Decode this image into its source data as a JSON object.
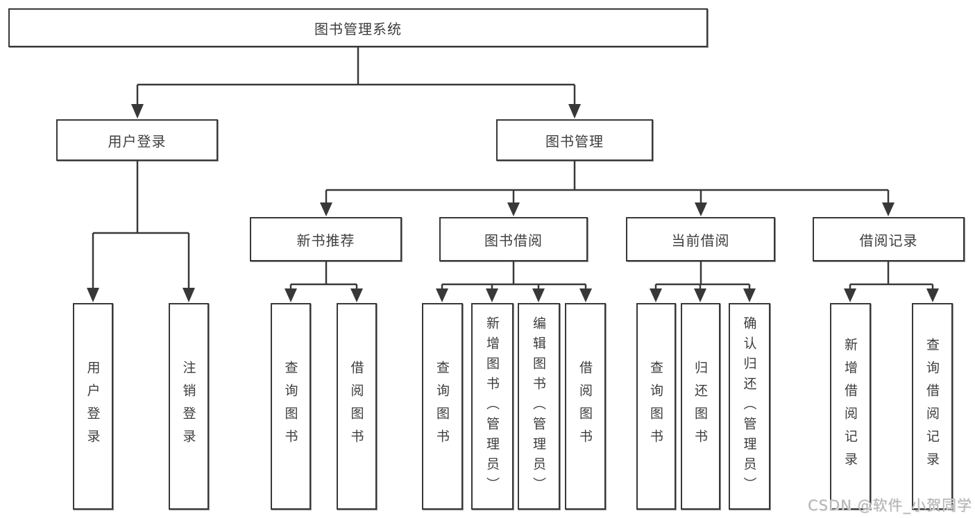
{
  "nodes": {
    "root": "图书管理系统",
    "user_login": "用户登录",
    "book_mgmt": "图书管理",
    "new_books": "新书推荐",
    "book_borrow": "图书借阅",
    "current_borrow": "当前借阅",
    "borrow_records": "借阅记录",
    "leaf_user_login": "用户登录",
    "leaf_logout": "注销登录",
    "leaf_nb_query": "查询图书",
    "leaf_nb_borrow": "借阅图书",
    "leaf_bb_query": "查询图书",
    "leaf_bb_add": "新增图书（管理员）",
    "leaf_bb_edit": "编辑图书（管理员）",
    "leaf_bb_borrow": "借阅图书",
    "leaf_cb_query": "查询图书",
    "leaf_cb_return": "归还图书",
    "leaf_cb_confirm": "确认归还（管理员）",
    "leaf_br_add": "新增借阅记录",
    "leaf_br_query": "查询借阅记录"
  },
  "watermark": "CSDN @软件_小贺同学",
  "colors": {
    "line": "#383838",
    "text": "#3d3d3d",
    "watermark": "#b4b4b4",
    "background": "#ffffff"
  }
}
